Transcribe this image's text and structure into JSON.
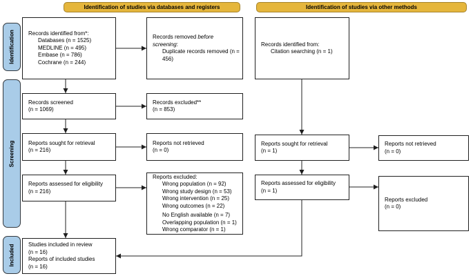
{
  "headers": [
    {
      "label": "Identification of studies via databases and registers"
    },
    {
      "label": "Identification of studies via other methods"
    }
  ],
  "sidebar": [
    {
      "label": "Identification"
    },
    {
      "label": "Screening"
    },
    {
      "label": "Included"
    }
  ],
  "colors": {
    "header_fill": "#E5B63C",
    "header_border": "#A5832B",
    "sidebar_fill": "#A9CCE8",
    "sidebar_border": "#33383D",
    "box_border": "#1F1F1F",
    "arrow": "#1F1F1F"
  },
  "boxes": {
    "records_identified": {
      "lines": [
        {
          "text": "Records identified from*:"
        },
        {
          "text": "Databases (n = 1525)",
          "indent": true
        },
        {
          "text": "MEDLINE (n = 495)",
          "indent": true
        },
        {
          "text": "Embase (n = 786)",
          "indent": true
        },
        {
          "text": "Cochrane (n = 244)",
          "indent": true
        }
      ]
    },
    "records_removed": {
      "lines": [
        {
          "text": "Records removed [i]before[/i]"
        },
        {
          "text": "[i]screening[/i]:"
        },
        {
          "text": "Duplicate records removed (n =",
          "indent": true
        },
        {
          "text": "456)",
          "indent": true
        }
      ]
    },
    "records_screened": {
      "lines": [
        {
          "text": "Records screened"
        },
        {
          "text": "(n = 1069)"
        }
      ]
    },
    "records_excluded": {
      "lines": [
        {
          "text": "Records excluded**"
        },
        {
          "text": "(n = 853)"
        }
      ]
    },
    "reports_sought": {
      "lines": [
        {
          "text": "Reports sought for retrieval"
        },
        {
          "text": "(n = 216)"
        }
      ]
    },
    "reports_not_retrieved": {
      "lines": [
        {
          "text": "Reports not retrieved"
        },
        {
          "text": "(n = 0)"
        }
      ]
    },
    "reports_assessed": {
      "lines": [
        {
          "text": "Reports assessed for eligibility"
        },
        {
          "text": "(n = 216)"
        }
      ]
    },
    "reports_excluded_reasons": {
      "lines": [
        {
          "text": "Reports excluded:"
        },
        {
          "text": "Wrong population (n = 92)",
          "indent": true
        },
        {
          "text": "Wrong study design (n = 53)",
          "indent": true
        },
        {
          "text": "Wrong intervention (n = 25)",
          "indent": true
        },
        {
          "text": "Wrong outcomes (n = 22)",
          "indent": true
        },
        {
          "text": "No English available (n = 7)",
          "indent": true,
          "gap": true
        },
        {
          "text": "Overlapping population (n = 1)",
          "indent": true
        },
        {
          "text": "Wrong comparator (n = 1)",
          "indent": true
        }
      ]
    },
    "studies_included": {
      "lines": [
        {
          "text": "Studies included in review"
        },
        {
          "text": "(n = 16)"
        },
        {
          "text": "Reports of included studies"
        },
        {
          "text": "(n = 16)"
        }
      ]
    },
    "records_identified_other": {
      "lines": [
        {
          "text": "Records identified from:"
        },
        {
          "text": "Citation searching (n = 1)",
          "indent": true
        }
      ]
    },
    "reports_sought_other": {
      "lines": [
        {
          "text": "Reports sought for retrieval"
        },
        {
          "text": "(n = 1)"
        }
      ]
    },
    "reports_not_retrieved_other": {
      "lines": [
        {
          "text": "Reports not retrieved"
        },
        {
          "text": "(n = 0)"
        }
      ]
    },
    "reports_assessed_other": {
      "lines": [
        {
          "text": "Reports assessed for eligibility"
        },
        {
          "text": "(n = 1)"
        }
      ]
    },
    "reports_excluded_other": {
      "lines": [
        {
          "text": "Reports excluded"
        },
        {
          "text": "(n = 0)"
        }
      ]
    }
  }
}
